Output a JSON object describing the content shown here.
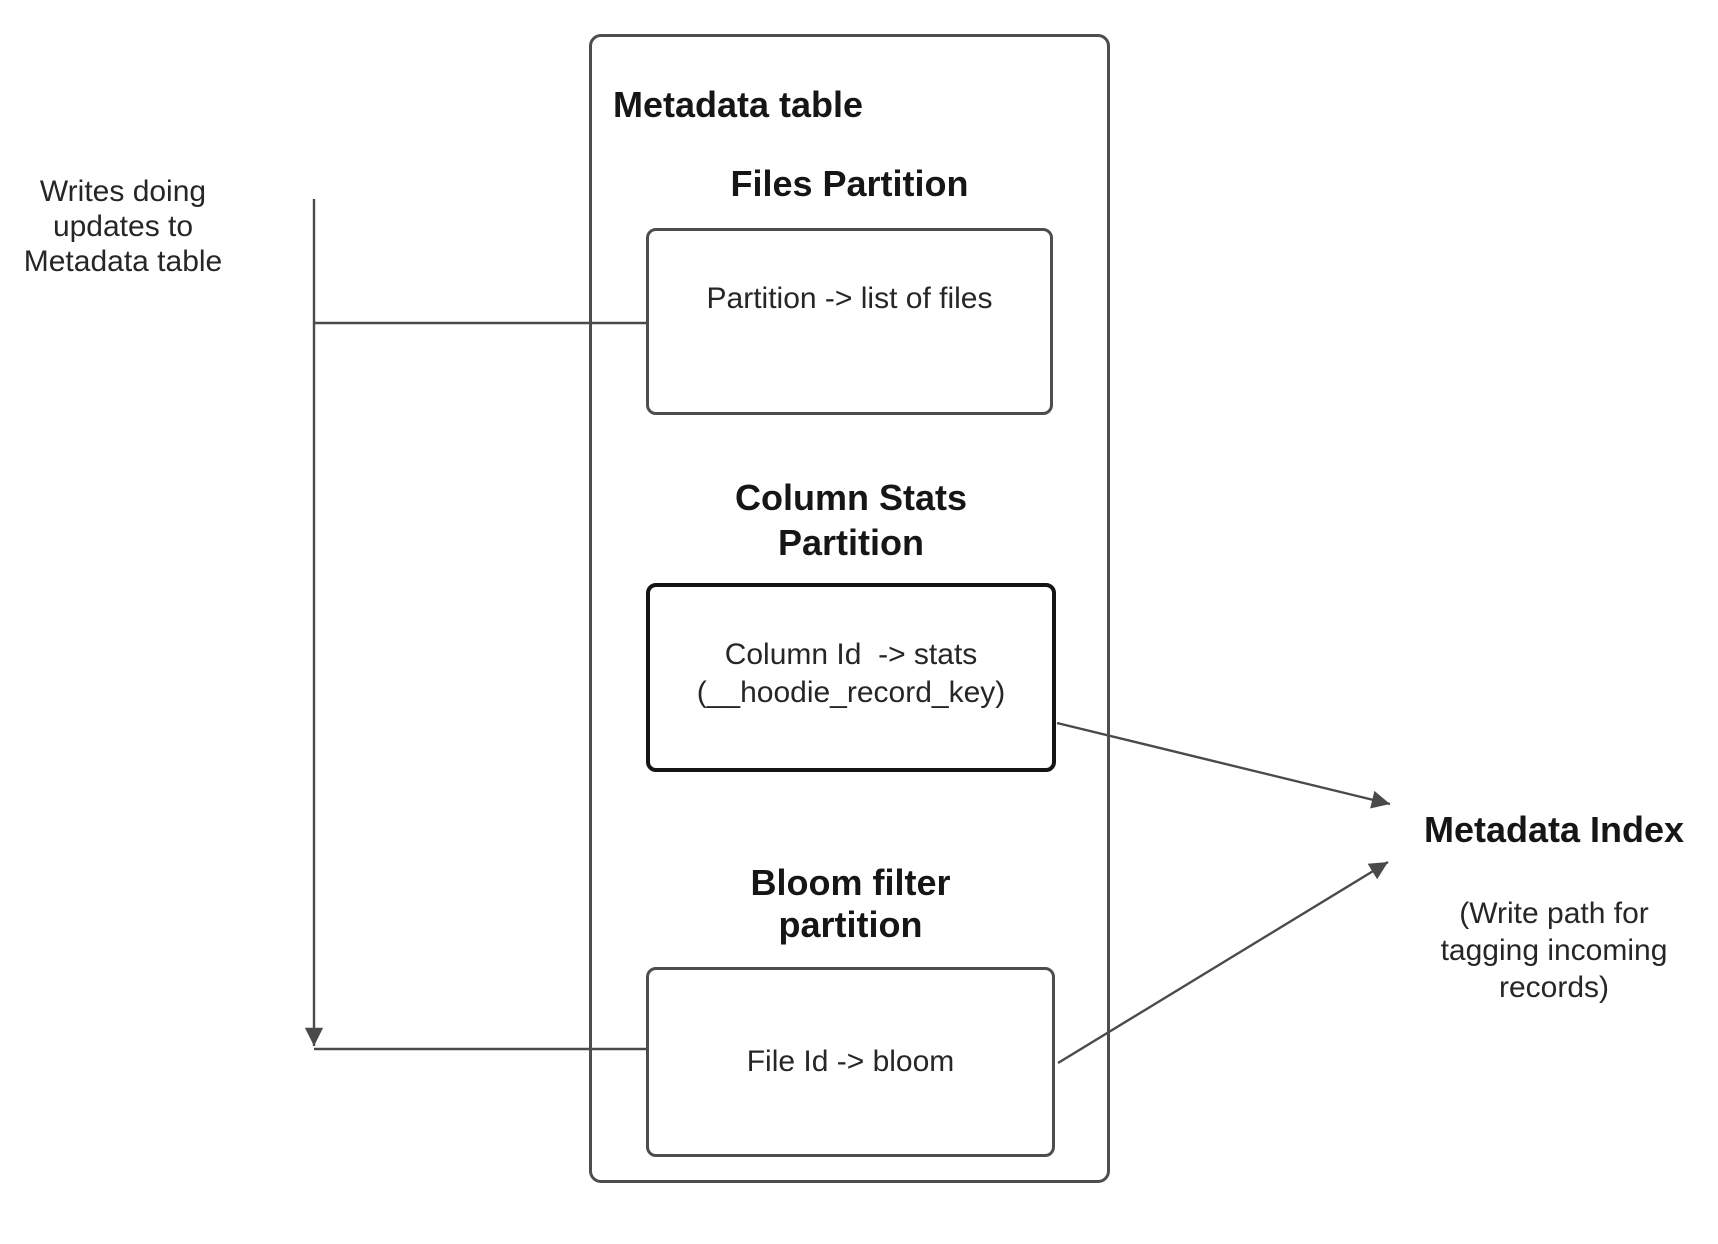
{
  "colors": {
    "background": "#ffffff",
    "box_border": "#4d4d4d",
    "emphasis_box_border": "#141414",
    "connector": "#4a4a4a",
    "heading_text": "#161616",
    "body_text": "#262626"
  },
  "left_label": {
    "text": "Writes doing\nupdates to\nMetadata table"
  },
  "metadata_table": {
    "title": "Metadata table",
    "partitions": [
      {
        "heading": "Files Partition",
        "box_text": "Partition -> list of files"
      },
      {
        "heading": "Column Stats\nPartition",
        "box_text": "Column Id  -> stats\n(__hoodie_record_key)"
      },
      {
        "heading": "Bloom filter\npartition",
        "box_text": "File Id -> bloom"
      }
    ]
  },
  "metadata_index": {
    "title": "Metadata Index",
    "note": "(Write path for\ntagging incoming\nrecords)"
  },
  "arrows": [
    {
      "name": "writes-to-metadata-arrow",
      "direction": "down",
      "description": "writes flow into files and bloom partitions"
    },
    {
      "name": "column-stats-to-index-arrow",
      "direction": "down-right",
      "description": "column stats partition feeds metadata index"
    },
    {
      "name": "bloom-to-index-arrow",
      "direction": "up-right",
      "description": "bloom filter partition feeds metadata index"
    }
  ]
}
